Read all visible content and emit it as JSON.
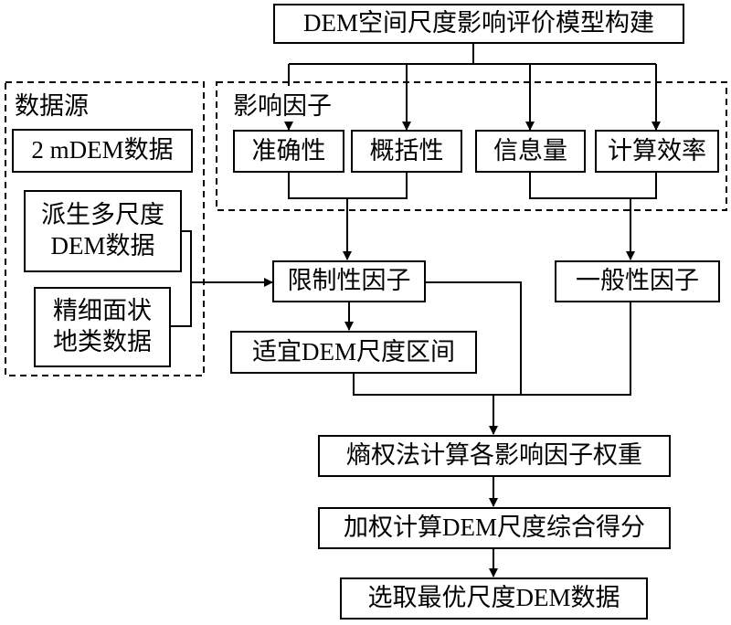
{
  "title": "DEM空间尺度影响评价模型构建",
  "data_source_group": {
    "label": "数据源",
    "items": [
      "2 mDEM数据",
      "派生多尺度DEM数据",
      "精细面状地类数据"
    ]
  },
  "impact_factor_group": {
    "label": "影响因子",
    "items": [
      "准确性",
      "概括性",
      "信息量",
      "计算效率"
    ]
  },
  "restrictive_factor": "限制性因子",
  "general_factor": "一般性因子",
  "suitable_interval": "适宜DEM尺度区间",
  "entropy_step": "熵权法计算各影响因子权重",
  "weighted_step": "加权计算DEM尺度综合得分",
  "select_step": "选取最优尺度DEM数据",
  "colors": {
    "line": "#000000",
    "background": "#ffffff"
  }
}
